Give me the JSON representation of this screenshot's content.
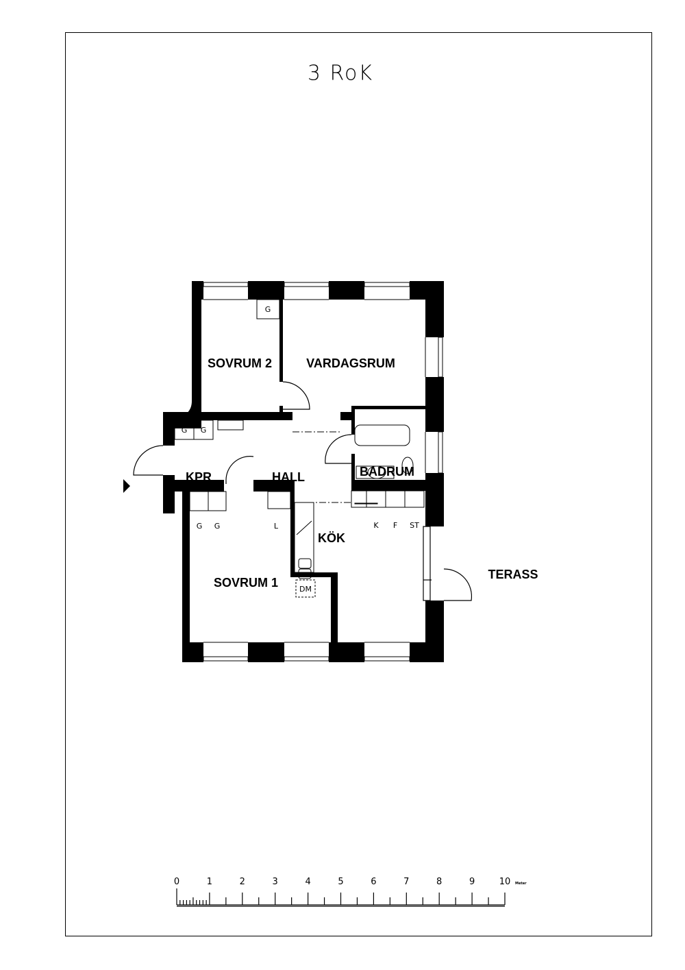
{
  "title": "3 RoK",
  "rooms": {
    "sovrum2": "SOVRUM 2",
    "vardagsrum": "VARDAGSRUM",
    "kpr": "KPR",
    "hall": "HALL",
    "badrum": "BADRUM",
    "kok": "KÖK",
    "sovrum1": "SOVRUM 1",
    "terass": "TERASS"
  },
  "fixtures": {
    "g": "G",
    "l": "L",
    "k": "K",
    "f": "F",
    "st": "ST",
    "dm": "DM"
  },
  "scale": {
    "ticks": [
      "0",
      "1",
      "2",
      "3",
      "4",
      "5",
      "6",
      "7",
      "8",
      "9",
      "10"
    ],
    "unit": "Meter"
  }
}
